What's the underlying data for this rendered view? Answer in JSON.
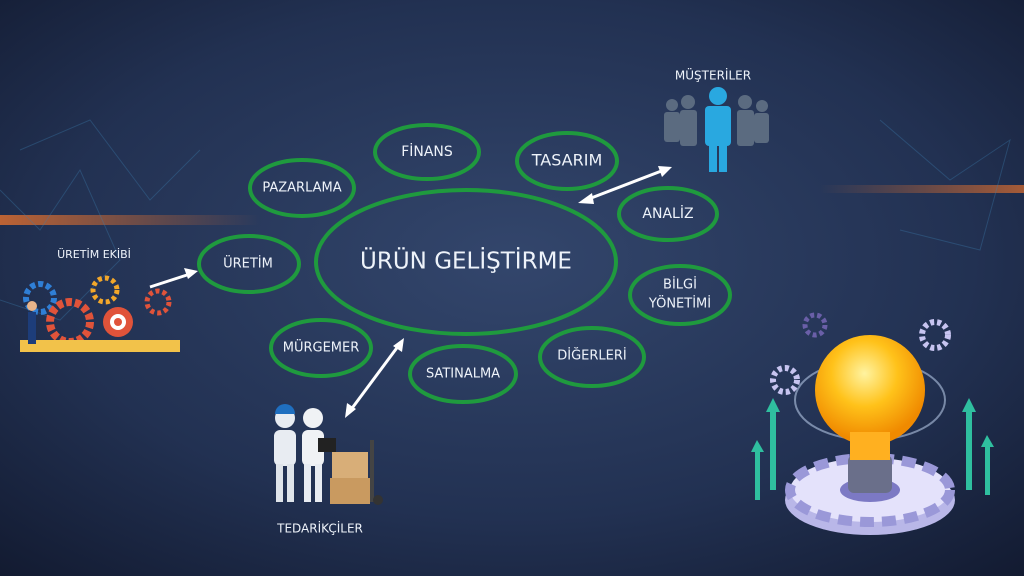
{
  "diagram": {
    "center": "ÜRÜN GELİŞTİRME",
    "nodes": {
      "finans": "FİNANS",
      "tasarim": "TASARIM",
      "pazarlama": "PAZARLAMA",
      "analiz": "ANALİZ",
      "uretim": "ÜRETİM",
      "bilgi_1": "BİLGİ",
      "bilgi_2": "YÖNETİMİ",
      "murgemer": "MÜRGEMER",
      "digerleri": "DİĞERLERİ",
      "satinalma": "SATINALMA"
    },
    "external": {
      "musteriler": "MÜŞTERİLER",
      "uretim_ekibi": "ÜRETİM EKİBİ",
      "tedarikciler": "TEDARİKÇİLER"
    }
  },
  "colors": {
    "ellipse": "#1f9a3e",
    "background": "#243456",
    "accent": "#29a8e0"
  }
}
